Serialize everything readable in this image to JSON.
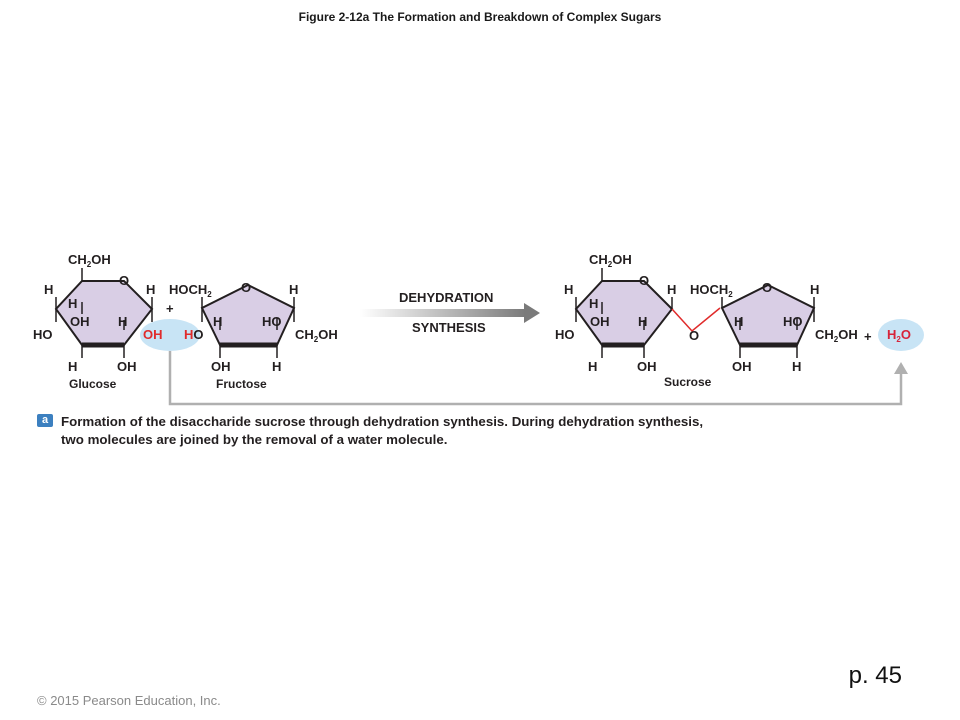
{
  "title": "Figure 2-12a The Formation and Breakdown of Complex Sugars",
  "reaction": {
    "process_line1": "DEHYDRATION",
    "process_line2": "SYNTHESIS",
    "plus": "+"
  },
  "glucose": {
    "name": "Glucose",
    "top_group": "CH",
    "top_sub": "2",
    "top_tail": "OH",
    "ring_o": "O",
    "c1_h": "H",
    "c4_h": "H",
    "c5_h": "H",
    "c1_oh": "OH",
    "c2_h": "H",
    "c4_ho": "HO",
    "c3_h": "H",
    "c3_oh": "OH",
    "c2_oh": "OH"
  },
  "fructose": {
    "name": "Fructose",
    "left_group": "HOCH",
    "left_sub": "2",
    "ring_o": "O",
    "c2_ho": "HO",
    "c3_h": "H",
    "c4_ho": "HO",
    "c5_h": "H",
    "c6_group": "CH",
    "c6_sub": "2",
    "c6_tail": "OH",
    "c3_oh": "OH",
    "c4_h": "H"
  },
  "sucrose": {
    "name": "Sucrose",
    "glycosidic_o": "O"
  },
  "water": {
    "h": "H",
    "sub": "2",
    "o": "O"
  },
  "caption": {
    "badge": "a",
    "text": "Formation of the disaccharide sucrose through dehydration synthesis. During dehydration synthesis, two molecules are joined by the removal of a water molecule."
  },
  "footer": {
    "page": "p. 45",
    "copyright": "© 2015 Pearson Education, Inc."
  },
  "colors": {
    "ring_fill": "#d9cee5",
    "highlight": "#c8e4f5",
    "water_red": "#d7243a",
    "bond_red": "#e02b2b",
    "arrow_gray": "#b8b8b8",
    "badge_blue": "#3c80c0"
  }
}
